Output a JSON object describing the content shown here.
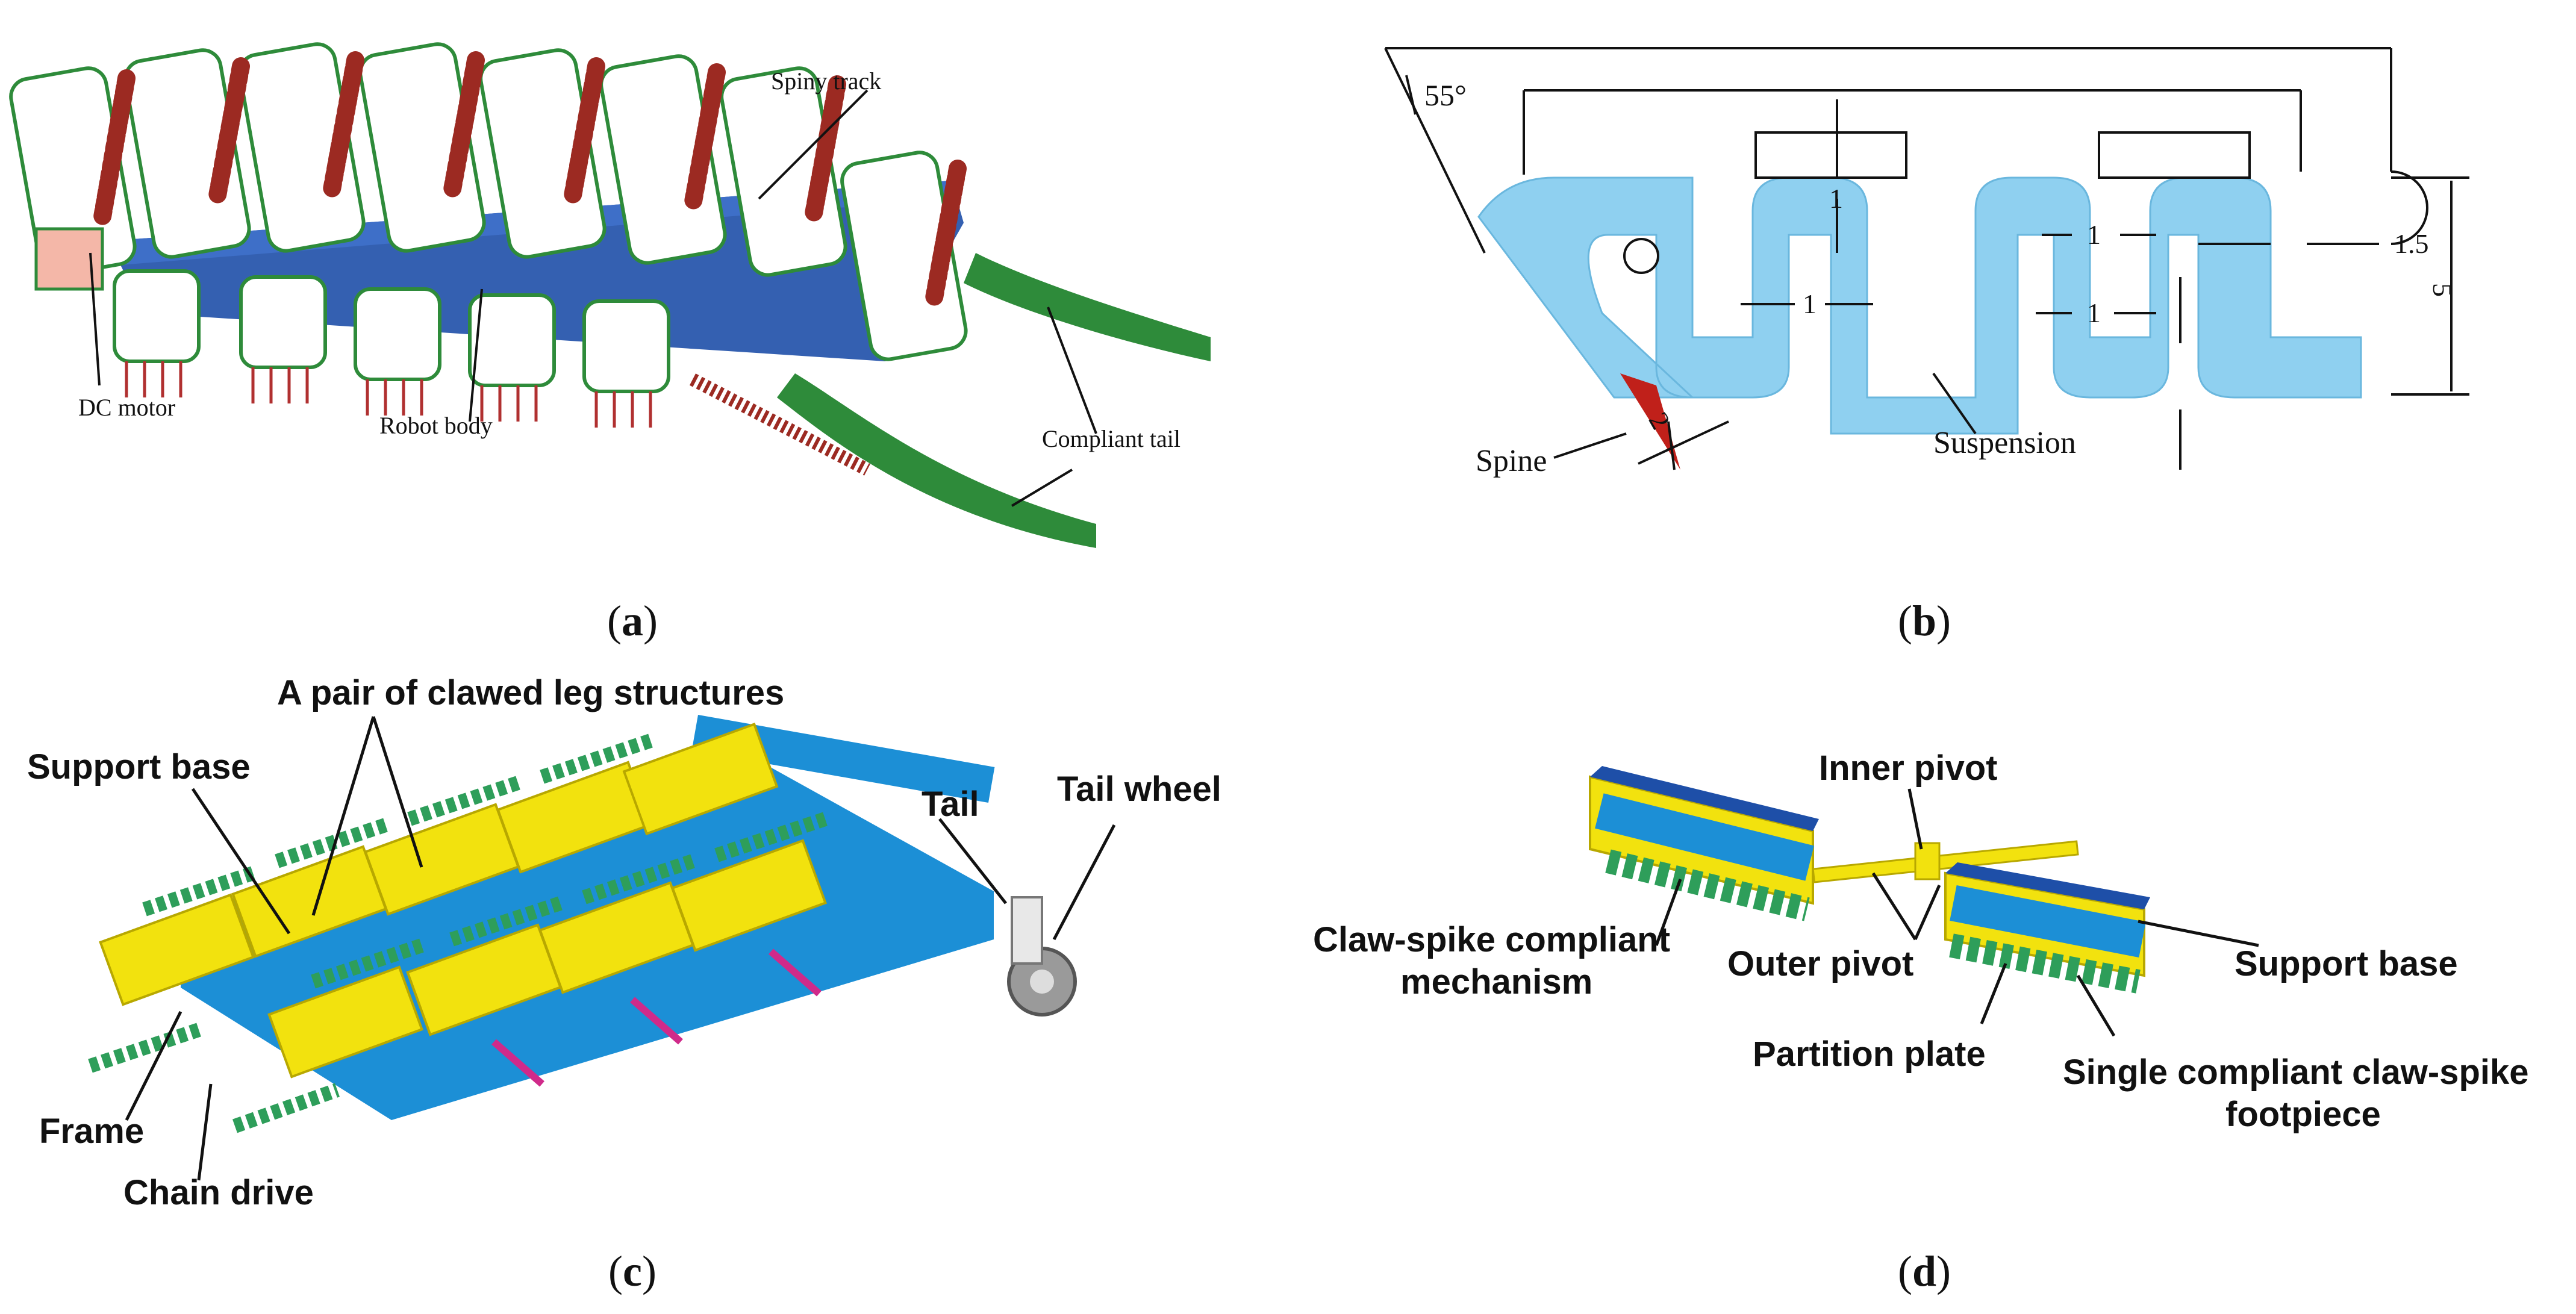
{
  "panels": {
    "a": {
      "caption_letter": "a",
      "labels": {
        "spiny_track": "Spiny track",
        "dc_motor": "DC motor",
        "robot_body": "Robot body",
        "compliant_tail": "Compliant tail"
      }
    },
    "b": {
      "caption_letter": "b",
      "labels": {
        "spine": "Spine",
        "suspension": "Suspension"
      },
      "dimensions": {
        "angle": "55°",
        "dim_1a": "1",
        "dim_1b": "1",
        "dim_1c": "1",
        "dim_1d": "1",
        "dim_1_5": "1.5",
        "dim_5": "5",
        "dim_2": "2"
      }
    },
    "c": {
      "caption_letter": "c",
      "labels": {
        "clawed_legs": "A pair of clawed leg structures",
        "support_base": "Support base",
        "tail": "Tail",
        "tail_wheel": "Tail wheel",
        "frame": "Frame",
        "chain_drive": "Chain drive"
      }
    },
    "d": {
      "caption_letter": "d",
      "labels": {
        "inner_pivot": "Inner pivot",
        "claw_spike_line1": "Claw-spike compliant",
        "claw_spike_line2": "mechanism",
        "outer_pivot": "Outer pivot",
        "support_base": "Support base",
        "partition_plate": "Partition plate",
        "footpiece_line1": "Single compliant claw-spike",
        "footpiece_line2": "footpiece"
      }
    }
  },
  "colors": {
    "track_green": "#8fcf8f",
    "track_dark_green": "#2e8b3a",
    "body_blue": "#1e4fa8",
    "spring_red": "#9c2a22",
    "suspension_blue": "#8fd0f0",
    "spine_red": "#c0201a",
    "yellow": "#f2e20e",
    "cyan_blue": "#1c8fd6",
    "claw_green": "#2e9e5a",
    "magenta": "#d02a8a"
  }
}
